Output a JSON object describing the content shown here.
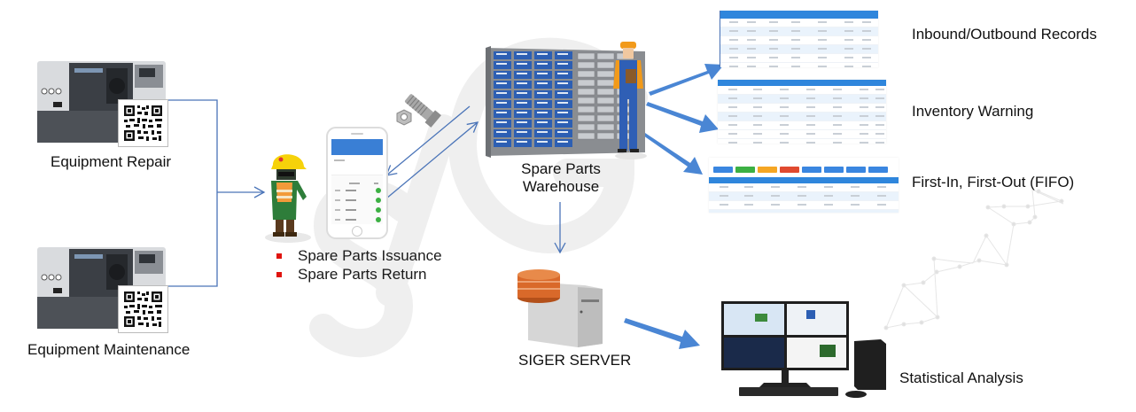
{
  "title": "Spare Parts Management Workflow",
  "watermark": "SIGER",
  "nodes": {
    "equipment_repair": {
      "label": "Equipment Repair",
      "qr": "qr-code-icon"
    },
    "equipment_maintenance": {
      "label": "Equipment Maintenance",
      "qr": "qr-code-icon"
    },
    "worker": {
      "icon": "worker-icon"
    },
    "mobile_app": {
      "icon": "smartphone-icon",
      "row_count": 4,
      "row_status_color": "#3cb043"
    },
    "operations": [
      {
        "label": "Spare Parts Issuance"
      },
      {
        "label": "Spare Parts Return"
      }
    ],
    "bolt": {
      "icon": "bolt-and-nut-icon"
    },
    "warehouse": {
      "label_line1": "Spare Parts",
      "label_line2": "Warehouse",
      "icon": "warehouse-shelves-icon"
    },
    "server": {
      "label": "SIGER SERVER",
      "icon": "database-server-icon"
    },
    "workstation": {
      "label": "Statistical Analysis",
      "icon": "desktop-computer-icon"
    }
  },
  "features": [
    {
      "label": "Inbound/Outbound Records",
      "preview": "records-table"
    },
    {
      "label": "Inventory Warning",
      "preview": "warning-table"
    },
    {
      "label": "First-In, First-Out (FIFO)",
      "preview": "fifo-table"
    }
  ],
  "colors": {
    "connector": "#4a74b8",
    "thick_arrow": "#4a86d4",
    "table_header": "#2f86dc",
    "bullet": "#e0140f",
    "server_disk": "#d9692a",
    "warehouse_drawer": "#2d5fb3",
    "watermark": "#ececec"
  }
}
